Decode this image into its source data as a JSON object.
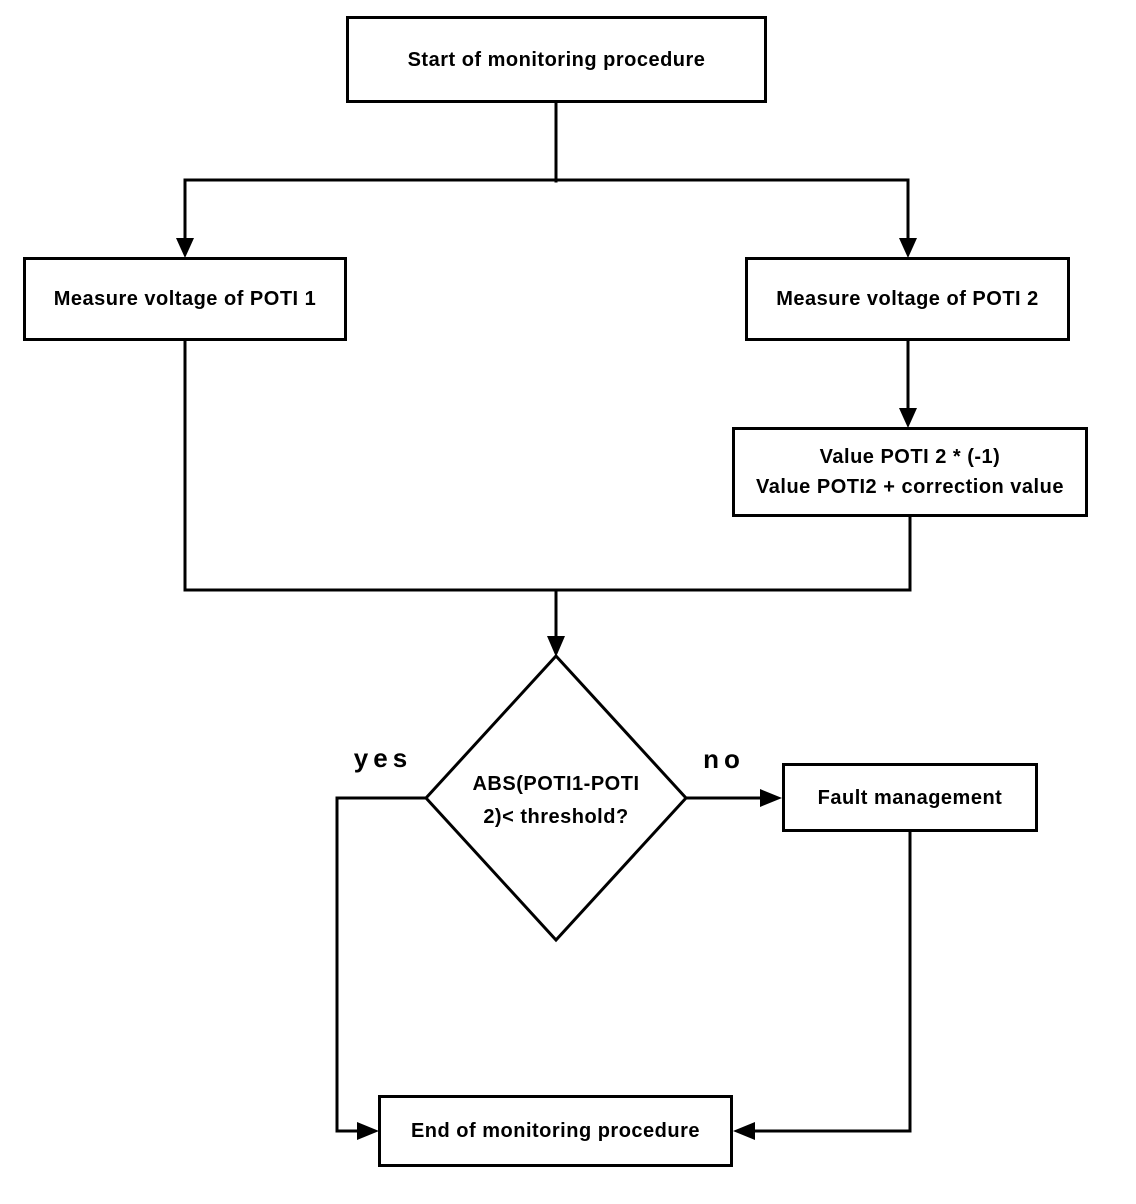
{
  "nodes": {
    "start": {
      "label": "Start of monitoring procedure"
    },
    "measure_poti1": {
      "label": "Measure voltage of POTI 1"
    },
    "measure_poti2": {
      "label": "Measure voltage of POTI 2"
    },
    "value_correction": {
      "line1": "Value POTI 2 * (-1)",
      "line2": "Value POTI2 + correction value"
    },
    "decision": {
      "line1": "ABS(POTI1-POTI",
      "line2": "2)< threshold?"
    },
    "fault": {
      "label": "Fault management"
    },
    "end": {
      "label": "End of monitoring procedure"
    }
  },
  "edge_labels": {
    "yes": "yes",
    "no": "no"
  },
  "colors": {
    "line": "#000000",
    "text": "#000000",
    "node_fill": "#ffffff",
    "background": "#ffffff"
  }
}
